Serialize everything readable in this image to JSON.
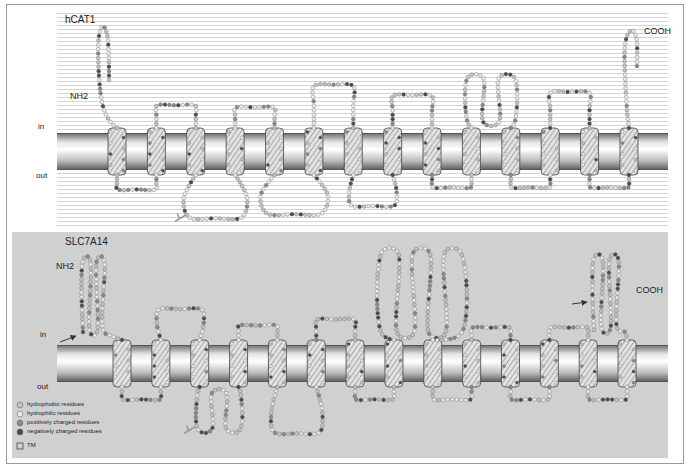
{
  "diagram": {
    "nodes": [
      {
        "text": [
          "hCAT1"
        ]
      },
      {
        "text": [
          "SLC7A14"
        ]
      }
    ],
    "labels": [
      "NH2",
      "COOH",
      "in",
      "out",
      "NH2",
      "COOH",
      "in",
      "out"
    ],
    "legend": [
      {
        "text": "hydrophobic residues",
        "color": "#c4c4c4"
      },
      {
        "text": "hydrophilic residues",
        "color": "#eaeaea"
      },
      {
        "text": "positively charged residues",
        "color": "#8a8a8a"
      },
      {
        "text": "negatively charged residues",
        "color": "#4a4a4a"
      },
      {
        "text": "TM"
      }
    ]
  }
}
